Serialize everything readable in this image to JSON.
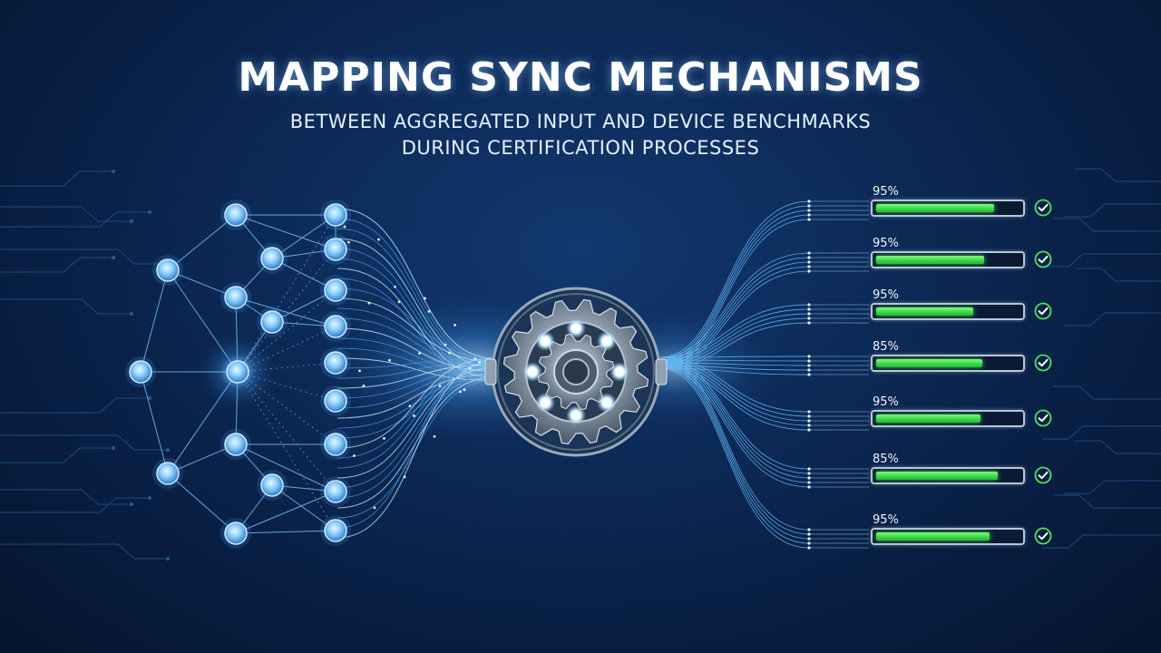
{
  "title": "MAPPING SYNC MECHANISMS",
  "subtitle": {
    "line1": "BETWEEN AGGREGATED INPUT AND DEVICE BENCHMARKS",
    "line2": "DURING CERTIFICATION PROCESSES"
  },
  "colors": {
    "node": "#8fd0ff",
    "line": "#5ab6ff",
    "bar_fill": "#3fd94a",
    "check": "#4be35b"
  },
  "metrics": [
    {
      "label": "95%",
      "fill": 0.82
    },
    {
      "label": "95%",
      "fill": 0.75
    },
    {
      "label": "95%",
      "fill": 0.68
    },
    {
      "label": "85%",
      "fill": 0.74
    },
    {
      "label": "95%",
      "fill": 0.73
    },
    {
      "label": "85%",
      "fill": 0.85
    },
    {
      "label": "95%",
      "fill": 0.79
    }
  ],
  "icons": {
    "status": "check-circle-icon",
    "center": "gear-icon"
  }
}
